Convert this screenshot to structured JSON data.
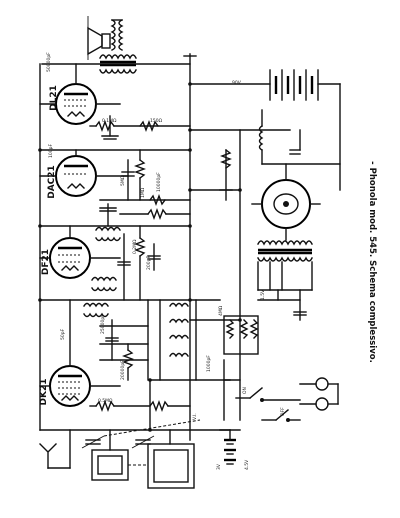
{
  "caption": "- Phonola mod. 545. Schema complessivo.",
  "tubes": [
    "DL21",
    "DAC21",
    "DF21",
    "DK21"
  ],
  "component_notes": [
    "50000pF",
    "0.1MΩ",
    "100pF",
    "150Ω",
    "5MΩ",
    "1MΩ",
    "10000pF",
    "0.2MΩ",
    "200pF",
    "25000pF",
    "50pF",
    "20000pF",
    "0.5MΩ",
    "1000pF",
    "4MΩ",
    "V.I.",
    "ON",
    "OFF",
    "3V",
    "4.5V",
    "1.5V",
    "90V"
  ]
}
